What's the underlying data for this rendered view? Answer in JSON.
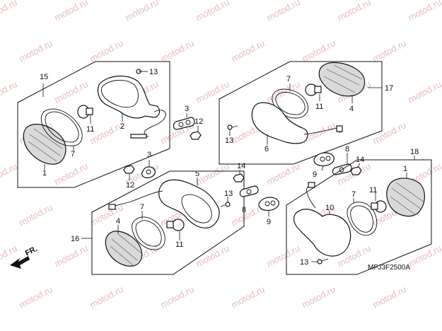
{
  "diagram": {
    "watermark": "motod.ru",
    "direction_label": "FR.",
    "drawing_code": "MFJ3F2500A",
    "part_numbers": {
      "n1": "1",
      "n2": "2",
      "n3": "3",
      "n4": "4",
      "n5": "5",
      "n6": "6",
      "n7": "7",
      "n8": "8",
      "n9": "9",
      "n10": "10",
      "n11": "11",
      "n12": "12",
      "n13": "13",
      "n14": "14",
      "n15": "15",
      "n16": "16",
      "n17": "17",
      "n18": "18"
    }
  },
  "colors": {
    "line": "#111111",
    "watermark": "#e7bcbc",
    "lens_fill": "#d9d9d9"
  }
}
